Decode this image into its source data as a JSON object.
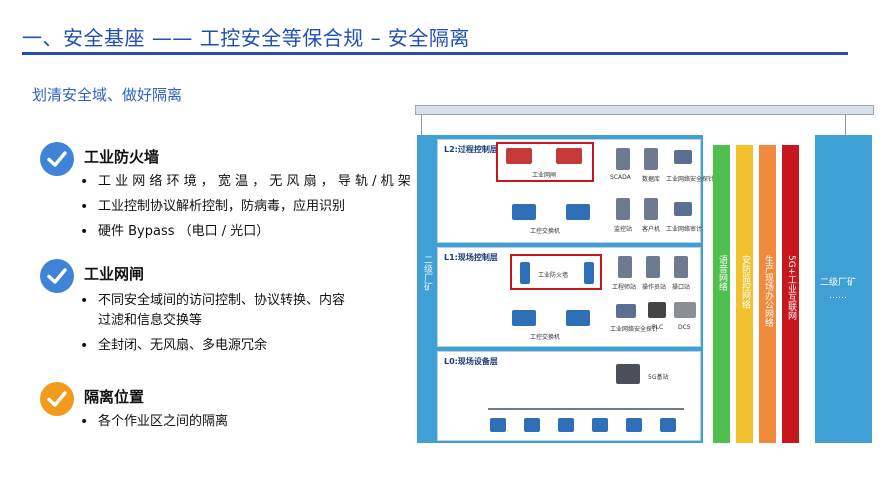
{
  "page": {
    "title": "一、安全基座 —— 工控安全等保合规 – 安全隔离",
    "subtitle": "划清安全域、做好隔离"
  },
  "sections": [
    {
      "title": "工业防火墙",
      "color": "#3f84d6",
      "bullets": [
        "工 业 网 络 环 境 ， 宽 温 ， 无 风 扇 ， 导 轨 / 机 架",
        "工业控制协议解析控制，防病毒，应用识别",
        "硬件 Bypass （电口 / 光口）"
      ]
    },
    {
      "title": "工业网闸",
      "color": "#3f84d6",
      "bullets": [
        "不同安全域间的访问控制、协议转换、内容",
        "过滤和信息交换等",
        "全封闭、无风扇、多电源冗余"
      ]
    },
    {
      "title": "隔离位置",
      "color": "#f29a1b",
      "bullets": [
        "各个作业区之间的隔离"
      ]
    }
  ],
  "diagram": {
    "frame_color": "#3fa0d6",
    "side_label": "二级厂矿",
    "far_label": "二级厂矿",
    "far_dots": "……",
    "layers": [
      {
        "title": "L2:过程控制层",
        "gateway_label": "工业网闸",
        "switch_label": "工控交换机",
        "devices": [
          "SCADA",
          "数据库",
          "工业网络安全探针",
          "监控站",
          "客户机",
          "工业网络审计"
        ]
      },
      {
        "title": "L1:现场控制层",
        "firewall_label": "工业防火墙",
        "switch_label": "工控交换机",
        "devices": [
          "工程师站",
          "操作员站",
          "操口站",
          "工业网络安全探针",
          "PLC",
          "DCS"
        ]
      },
      {
        "title": "L0:现场设备层",
        "devices": [
          "5G基站"
        ]
      }
    ],
    "columns": [
      {
        "label": "语音网络",
        "color": "#4fbf4f"
      },
      {
        "label": "安防监控网络",
        "color": "#f2c12e"
      },
      {
        "label": "生产现场办公网络",
        "color": "#f08a3c"
      },
      {
        "label": "5G+工业互联网",
        "color": "#c8161d"
      }
    ]
  }
}
